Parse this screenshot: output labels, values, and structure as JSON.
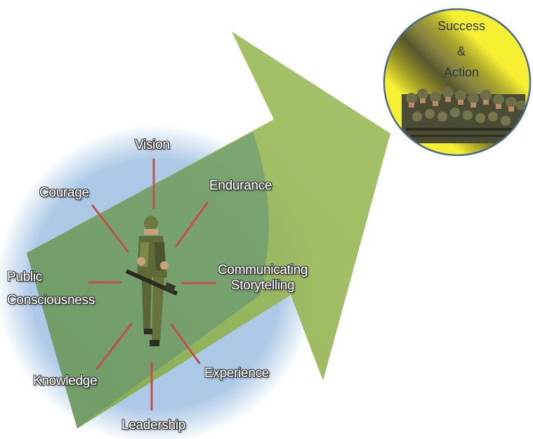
{
  "diagram": {
    "spokes": [
      {
        "id": "vision",
        "label": "Vision"
      },
      {
        "id": "endurance",
        "label": "Endurance"
      },
      {
        "id": "communicating",
        "label": "Communicating\nStorytelling"
      },
      {
        "id": "experience",
        "label": "Experience"
      },
      {
        "id": "leadership",
        "label": "Leadership"
      },
      {
        "id": "knowledge",
        "label": "Knowledge"
      },
      {
        "id": "public",
        "label": "Public\nConsciousness"
      },
      {
        "id": "courage",
        "label": "Courage"
      }
    ],
    "goal": {
      "line1": "Success",
      "line2": "&",
      "line3": "Action"
    },
    "colors": {
      "arrow": "#8fb04a",
      "halo": "#a9c6e6",
      "spoke": "#c0504d",
      "goal_circle": "#f7f032",
      "goal_border": "#4a6a8a"
    }
  }
}
